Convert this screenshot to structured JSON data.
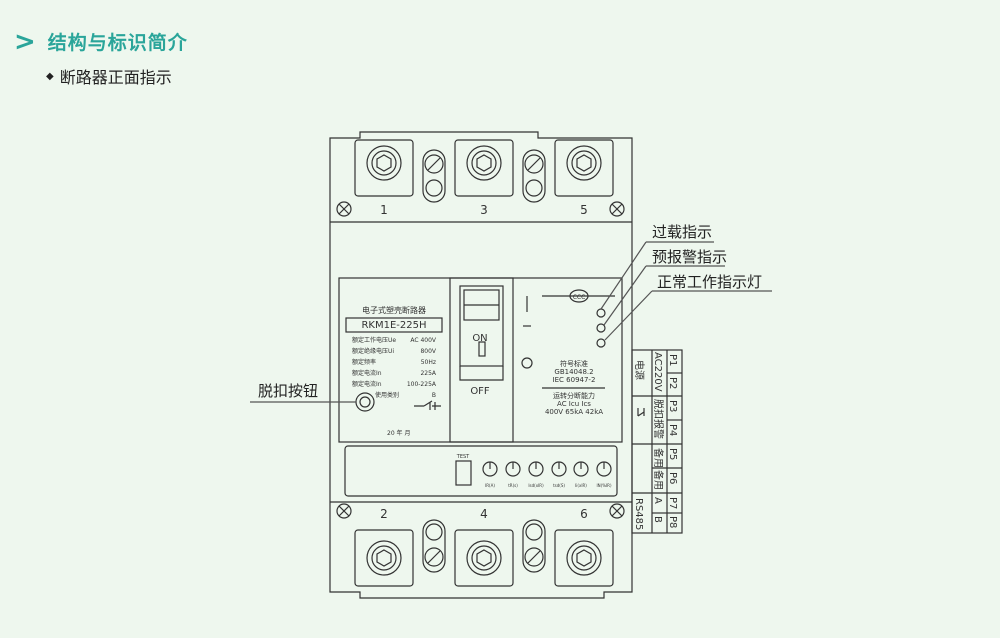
{
  "heading": {
    "chevron": ">",
    "title": "结构与标识简介"
  },
  "subheading": {
    "bullet": "◆",
    "text": "断路器正面指示"
  },
  "callouts": {
    "overload": "过载指示",
    "prealarm": "预报警指示",
    "normal": "正常工作指示灯",
    "trip_button": "脱扣按钮"
  },
  "terminals": {
    "t1": "1",
    "t3": "3",
    "t5": "5",
    "t2": "2",
    "t4": "4",
    "t6": "6"
  },
  "nameplate": {
    "title": "电子式塑壳断路器",
    "model": "RKM1E-225H",
    "rows": [
      {
        "label": "额定工作电压Ue",
        "value": "AC 400V"
      },
      {
        "label": "额定绝缘电压Ui",
        "value": "800V"
      },
      {
        "label": "额定频率",
        "value": "50Hz"
      },
      {
        "label": "额定电流In",
        "value": "225A"
      },
      {
        "label": "额定电流In",
        "value": "100-225A"
      },
      {
        "label": "使用类别",
        "value": "B"
      }
    ],
    "date": "20    年    月"
  },
  "handle": {
    "on": "ON",
    "off": "OFF"
  },
  "standards": {
    "title": "符号标准",
    "std1": "GB14048.2",
    "std2": "IEC 60947-2",
    "capacity_title": "运转分断能力",
    "row1": "AC    Icu    Ics",
    "row2": "400V 65kA  42kA"
  },
  "dial_panel": {
    "test": "TEST",
    "dials": [
      "IR(A)",
      "tR(s)",
      "Isd(xIR)",
      "tsd(S)",
      "Ii(xIR)",
      "IN(%IR)"
    ]
  },
  "terminal_block": {
    "pins": [
      "P1",
      "P2",
      "P3",
      "P4",
      "P5",
      "P6",
      "P7",
      "P8"
    ],
    "groups": [
      {
        "name": "电源",
        "detail": "AC220V"
      },
      {
        "name": "脱扣报警",
        "detail": ""
      },
      {
        "name": "备用",
        "detail": ""
      },
      {
        "name": "备用",
        "detail": ""
      },
      {
        "name": "RS485",
        "detail": ""
      }
    ],
    "rs485_pins": [
      "A",
      "B"
    ]
  },
  "colors": {
    "accent": "#2aa59a",
    "background": "#eef7ee",
    "line": "#333333"
  }
}
